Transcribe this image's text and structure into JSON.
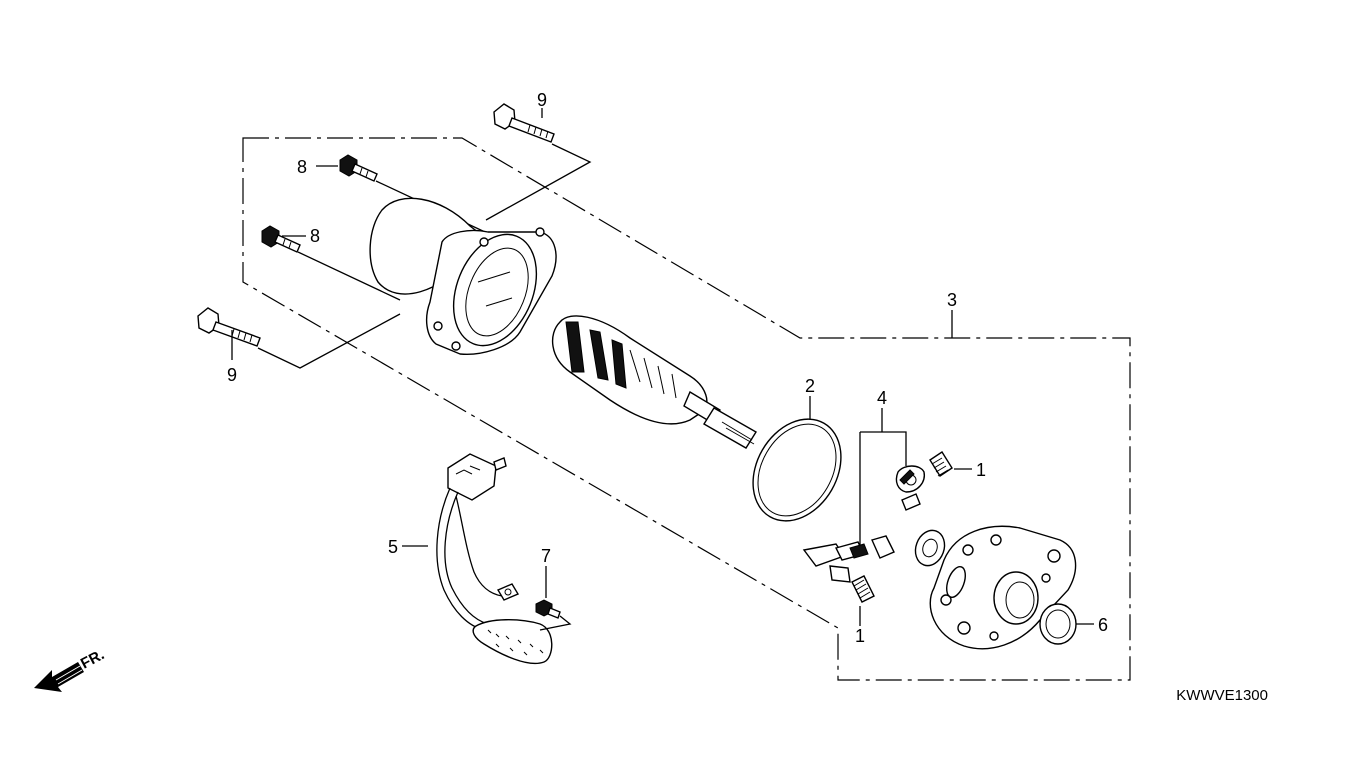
{
  "diagram": {
    "callouts": [
      {
        "id": "callout-9-top",
        "label": "9"
      },
      {
        "id": "callout-8-top",
        "label": "8"
      },
      {
        "id": "callout-8-mid",
        "label": "8"
      },
      {
        "id": "callout-9-bottom",
        "label": "9"
      },
      {
        "id": "callout-3",
        "label": "3"
      },
      {
        "id": "callout-2",
        "label": "2"
      },
      {
        "id": "callout-4",
        "label": "4"
      },
      {
        "id": "callout-1-top",
        "label": "1"
      },
      {
        "id": "callout-1-bottom",
        "label": "1"
      },
      {
        "id": "callout-5",
        "label": "5"
      },
      {
        "id": "callout-7",
        "label": "7"
      },
      {
        "id": "callout-6",
        "label": "6"
      }
    ],
    "direction_label": "FR.",
    "diagram_code": "KWWVE1300"
  }
}
